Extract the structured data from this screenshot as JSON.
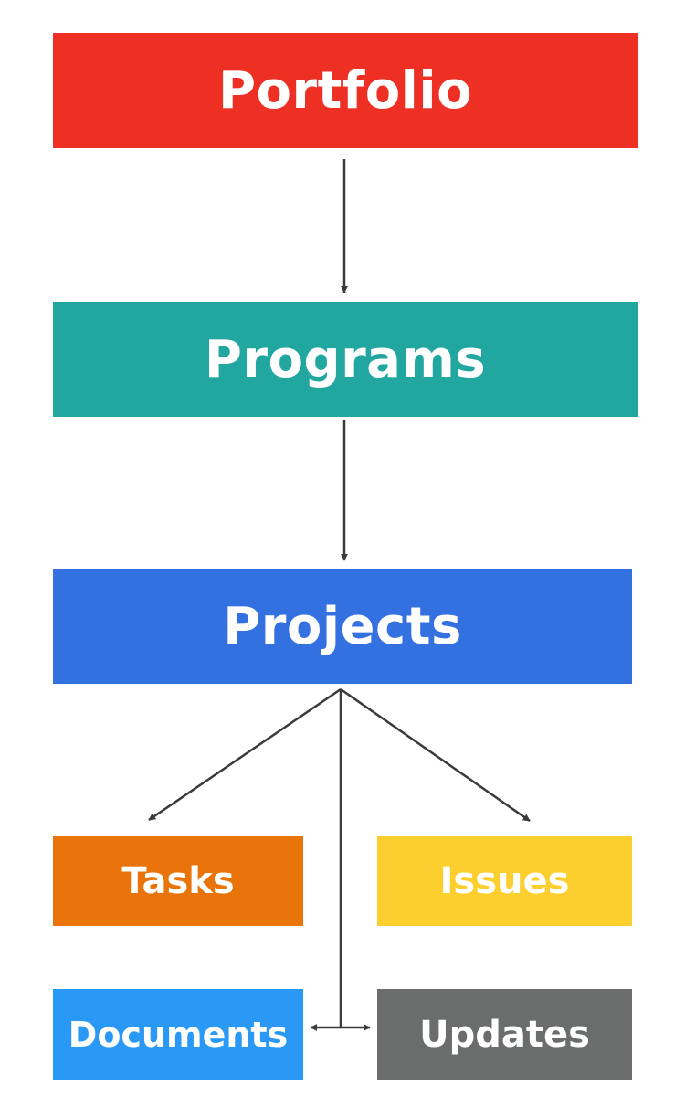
{
  "nodes": {
    "portfolio": {
      "label": "Portfolio",
      "color": "#ee3024"
    },
    "programs": {
      "label": "Programs",
      "color": "#22a6a0"
    },
    "projects": {
      "label": "Projects",
      "color": "#3370e0"
    },
    "tasks": {
      "label": "Tasks",
      "color": "#e8740a"
    },
    "issues": {
      "label": "Issues",
      "color": "#fdcf2e"
    },
    "documents": {
      "label": "Documents",
      "color": "#2a99f5"
    },
    "updates": {
      "label": "Updates",
      "color": "#6b6d6d"
    }
  },
  "edges": [
    {
      "from": "portfolio",
      "to": "programs"
    },
    {
      "from": "programs",
      "to": "projects"
    },
    {
      "from": "projects",
      "to": "tasks"
    },
    {
      "from": "projects",
      "to": "issues"
    },
    {
      "from": "projects",
      "to": "documents"
    },
    {
      "from": "projects",
      "to": "updates"
    }
  ],
  "connector_color": "#3a3a3a"
}
